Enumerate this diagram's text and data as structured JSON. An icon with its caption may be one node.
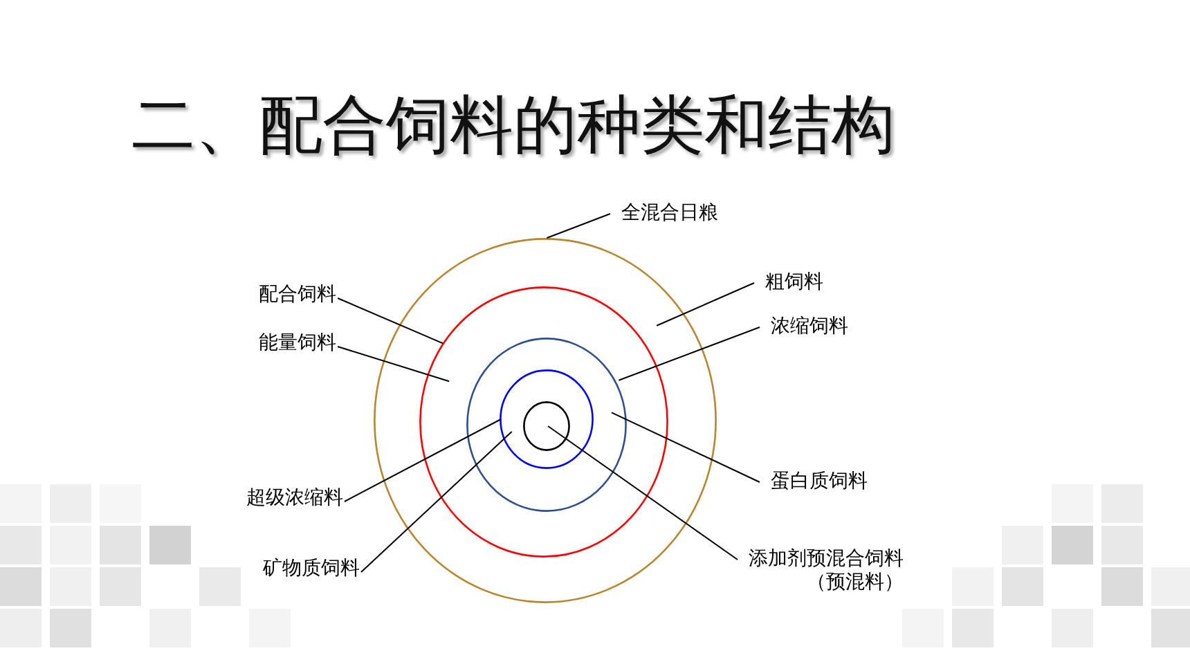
{
  "diagram": {
    "title": "二、配合饲料的种类和结构",
    "nodes": [
      {
        "text": [],
        "shape": "circle"
      },
      {
        "text": [],
        "shape": "circle",
        "in": 0
      },
      {
        "text": [],
        "shape": "circle",
        "in": 1
      },
      {
        "text": [],
        "shape": "circle",
        "in": 2
      },
      {
        "text": [],
        "shape": "circle",
        "in": 3
      },
      {
        "text": [
          "全混合日粮"
        ]
      },
      {
        "text": [
          "配合饲料"
        ]
      },
      {
        "text": [
          "能量饲料"
        ]
      },
      {
        "text": [
          "粗饲料"
        ]
      },
      {
        "text": [
          "浓缩饲料"
        ]
      },
      {
        "text": [
          "超级浓缩料"
        ]
      },
      {
        "text": [
          "蛋白质饲料"
        ]
      },
      {
        "text": [
          "矿物质饲料"
        ]
      },
      {
        "text": [
          "添加剂预混合饲料",
          "（预混料）"
        ]
      }
    ],
    "edges": [
      {
        "from": 5,
        "to": 0,
        "arrow": "none"
      },
      {
        "from": 6,
        "to": 1,
        "arrow": "none"
      },
      {
        "from": 7,
        "to": 1,
        "arrow": "none"
      },
      {
        "from": 8,
        "to": 0,
        "arrow": "none"
      },
      {
        "from": 9,
        "to": 2,
        "arrow": "none"
      },
      {
        "from": 10,
        "to": 3,
        "arrow": "none"
      },
      {
        "from": 11,
        "to": 2,
        "arrow": "none"
      },
      {
        "from": 12,
        "to": 3,
        "arrow": "none"
      },
      {
        "from": 13,
        "to": 4,
        "arrow": "none"
      }
    ]
  }
}
